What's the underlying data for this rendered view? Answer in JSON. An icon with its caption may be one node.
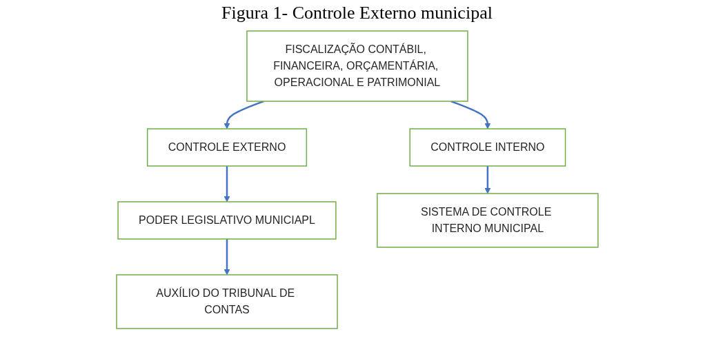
{
  "diagram": {
    "title": "Figura 1- Controle Externo municipal",
    "nodes": [
      {
        "text": [
          "FISCALIZAÇÃO CONTÁBIL, FINANCEIRA, ORÇAMENTÁRIA, OPERACIONAL E PATRIMONIAL"
        ]
      },
      {
        "text": [
          "CONTROLE EXTERNO"
        ]
      },
      {
        "text": [
          "PODER LEGISLATIVO MUNICIAPL"
        ]
      },
      {
        "text": [
          "AUXÍLIO DO TRIBUNAL DE CONTAS"
        ]
      },
      {
        "text": [
          "CONTROLE INTERNO"
        ]
      },
      {
        "text": [
          "SISTEMA DE CONTROLE INTERNO MUNICIPAL"
        ]
      }
    ],
    "edges": [
      {
        "from": 0,
        "to": 1,
        "arrow": "to"
      },
      {
        "from": 0,
        "to": 4,
        "arrow": "to"
      },
      {
        "from": 1,
        "to": 2,
        "arrow": "to"
      },
      {
        "from": 2,
        "to": 3,
        "arrow": "to"
      },
      {
        "from": 4,
        "to": 5,
        "arrow": "to"
      }
    ]
  }
}
